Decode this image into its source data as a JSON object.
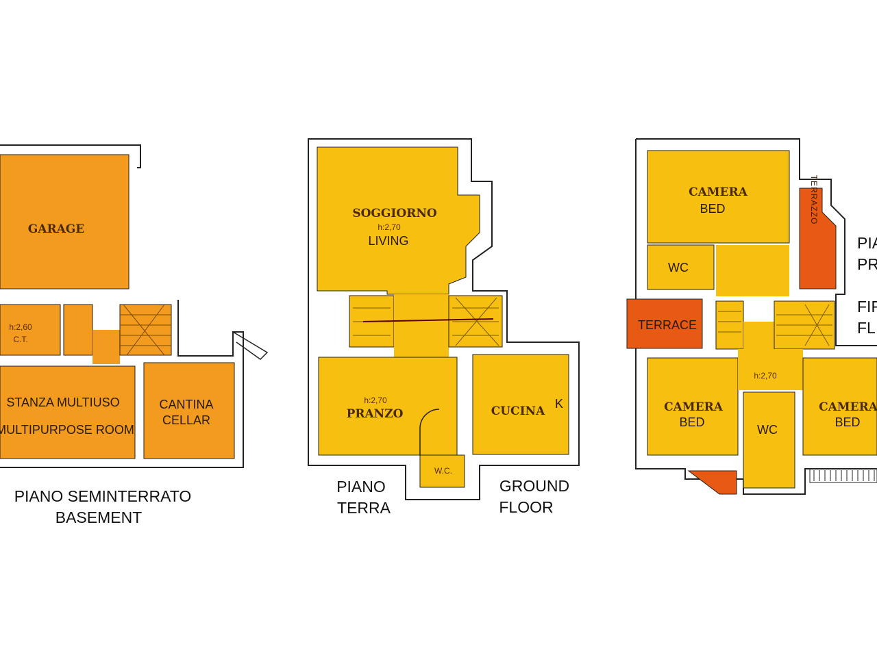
{
  "colors": {
    "basement_fill": "#f29b1f",
    "floor_fill": "#f7c010",
    "terrace_fill": "#e85a14",
    "wall": "#222222",
    "background": "#ffffff"
  },
  "basement": {
    "garage": "GARAGE",
    "ct_height": "h:2,60",
    "ct": "C.T.",
    "stanza_it": "STANZA MULTIUSO",
    "stanza_en": "MULTIPURPOSE ROOM",
    "cantina_it": "CANTINA",
    "cantina_en": "CELLAR",
    "caption_it": "PIANO SEMINTERRATO",
    "caption_en": "BASEMENT"
  },
  "ground": {
    "soggiorno": "SOGGIORNO",
    "soggiorno_height": "h:2,70",
    "living": "LIVING",
    "pranzo_height": "h:2,70",
    "pranzo": "PRANZO",
    "cucina": "CUCINA",
    "kitchen_mark": "K",
    "wc": "W.C.",
    "caption_it_1": "PIANO",
    "caption_it_2": "TERRA",
    "caption_en_1": "GROUND",
    "caption_en_2": "FLOOR"
  },
  "first": {
    "camera_top": "CAMERA",
    "bed_top": "BED",
    "wc_top": "WC",
    "terrazzo": "TERRAZZO",
    "terrace": "TERRACE",
    "height": "h:2,70",
    "camera_left": "CAMERA",
    "bed_left": "BED",
    "wc_mid": "WC",
    "camera_right": "CAMERA",
    "bed_right": "BED",
    "caption_it_1": "PIA",
    "caption_it_2": "PR",
    "caption_en_1": "FIR",
    "caption_en_2": "FL"
  }
}
